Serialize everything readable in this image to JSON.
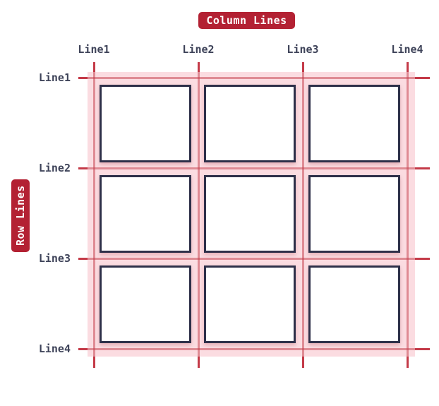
{
  "diagram": {
    "column_badge_label": "Column Lines",
    "row_badge_label": "Row Lines"
  },
  "column_line_labels": [
    "Line1",
    "Line2",
    "Line3",
    "Line4"
  ],
  "row_line_labels": [
    "Line1",
    "Line2",
    "Line3",
    "Line4"
  ],
  "grid": {
    "rows": 3,
    "columns": 3,
    "row_line_count": 4,
    "column_line_count": 4
  },
  "colors": {
    "badge_red": "#b32133",
    "tick_red": "#c43a48",
    "line_inner": "rgba(196,58,72,0.5)",
    "grid_pink": "#fbdce1",
    "cell_border": "#2e3049",
    "cell_bg": "#ffffff",
    "label_text": "#3e4359",
    "canvas_bg": "#ffffff"
  }
}
